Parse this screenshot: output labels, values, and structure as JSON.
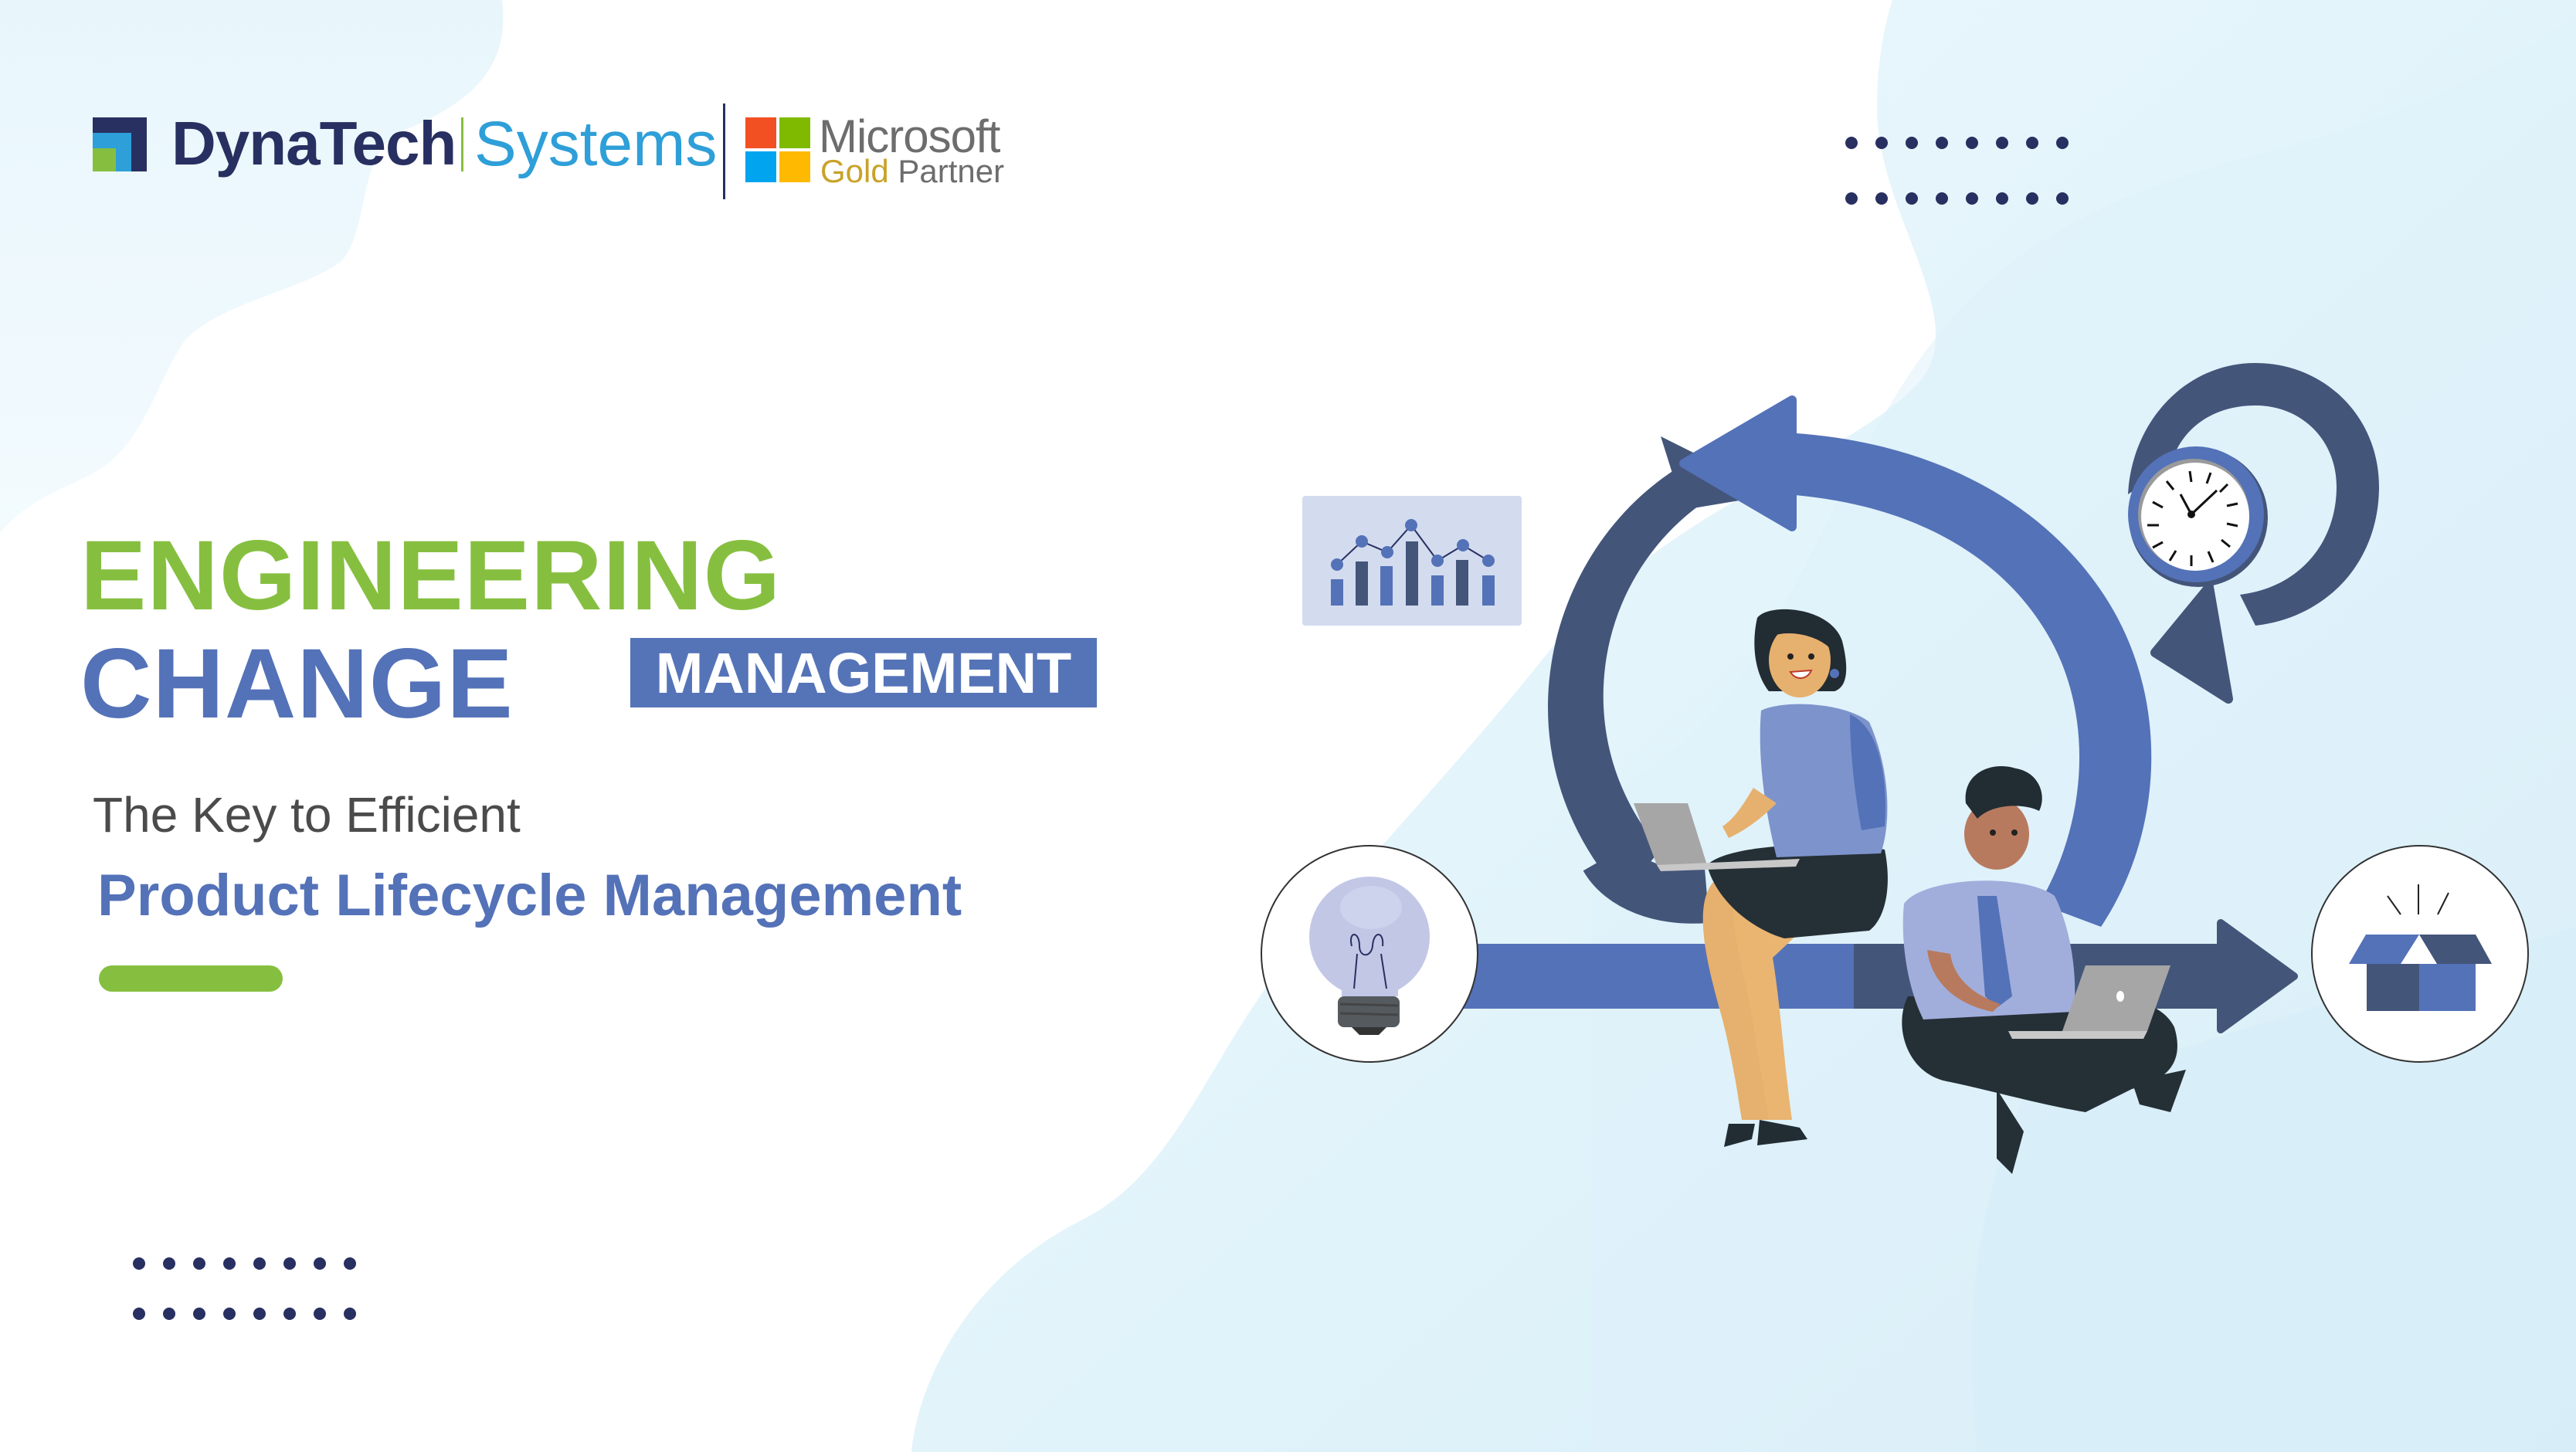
{
  "brand": {
    "name_primary": "DynaTech",
    "name_secondary": "Systems",
    "partner_line1": "Microsoft",
    "partner_gold": "Gold",
    "partner_rest": "Partner",
    "colors": {
      "navy": "#283061",
      "sky": "#2e9fd8",
      "green": "#86bf40",
      "ms_red": "#f25022",
      "ms_green": "#7fba00",
      "ms_blue": "#00a4ef",
      "ms_yellow": "#ffb900"
    }
  },
  "hero": {
    "title_line1": "ENGINEERING",
    "title_line2": "CHANGE",
    "title_badge": "MANAGEMENT",
    "subtitle_line1": "The Key to Efficient",
    "subtitle_line2": "Product Lifecycle Management",
    "colors": {
      "green": "#86bf40",
      "blue": "#5472b8",
      "dark_slate": "#44557a",
      "gray_text": "#4b4b4b"
    }
  },
  "illustration": {
    "icons": [
      "bar-line-chart-icon",
      "clock-icon",
      "lightbulb-icon",
      "open-box-icon",
      "cycle-arrows-icon",
      "forward-arrow-icon"
    ],
    "people": [
      "woman-with-laptop",
      "man-with-laptop"
    ],
    "clock_time": "10:08"
  },
  "decor": {
    "dot_rows": 2,
    "dots_per_row": 8
  }
}
